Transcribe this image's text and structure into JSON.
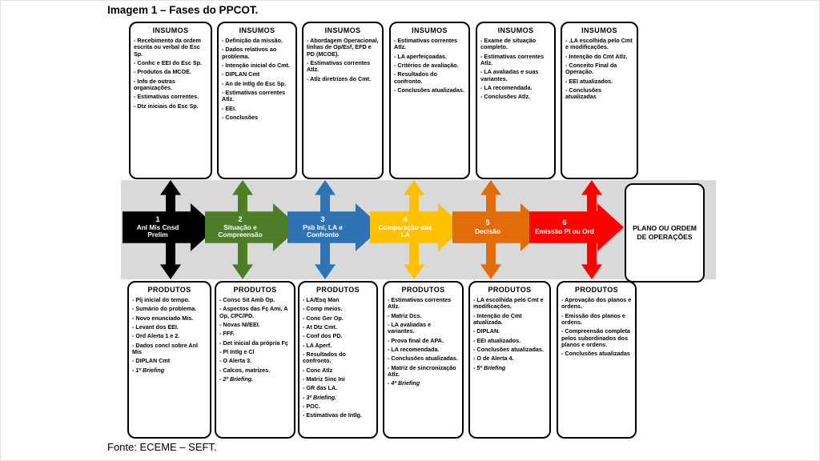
{
  "title": "Imagem 1 – Fases do PPCOT.",
  "source": "Fonte: ECEME – SEFT.",
  "labels": {
    "insumos": "INSUMOS",
    "produtos": "PRODUTOS"
  },
  "final_box": "PLANO OU ORDEM DE OPERAÇÕES",
  "colors": {
    "band": "#d9d9d9"
  },
  "phases": [
    {
      "num": "1",
      "label": "Anl Mis Cnsd Prelim",
      "color": "#000000"
    },
    {
      "num": "2",
      "label": "Situação e Compreensão",
      "color": "#4e7d29"
    },
    {
      "num": "3",
      "label": "Psb Ini, LA e Confronto",
      "color": "#2e74b5"
    },
    {
      "num": "4",
      "label": "Comparação das LA",
      "color": "#ffc000"
    },
    {
      "num": "5",
      "label": "Decisão",
      "color": "#e36c0a"
    },
    {
      "num": "6",
      "label": "Emissão Pl ou Ord",
      "color": "#ff0000"
    }
  ],
  "insumos": [
    {
      "items": [
        {
          "text": "- Recebimento da ordem escrita ou verbal do Esc Sp."
        },
        {
          "text": "- Conhc e EEI do Esc Sp."
        },
        {
          "text": "- Produtos da MCOE."
        },
        {
          "text": "- Info de outras organizações."
        },
        {
          "text": "- Estimativas correntes."
        },
        {
          "text": "- Dtz iniciais do Esc Sp."
        }
      ]
    },
    {
      "items": [
        {
          "text": "- Definição da missão."
        },
        {
          "text": "- Dados relativos ao problema."
        },
        {
          "text": "- Intenção inicial do Cmt."
        },
        {
          "text": "- DIPLAN Cmt",
          "bold": true
        },
        {
          "text": "- An de Intlg do Esc Sp."
        },
        {
          "text": "- Estimativas correntes Atlz."
        },
        {
          "text": "- EEI."
        },
        {
          "text": "- Conclusões"
        }
      ]
    },
    {
      "items": [
        {
          "text": "- Abordagem Operacional, linhas de Op/Esf, EFD e PD (MCOE)."
        },
        {
          "text": "- Estimativas correntes Atlz."
        },
        {
          "text": "- Atlz diretrizes do Cmt."
        }
      ]
    },
    {
      "items": [
        {
          "text": "- Estimativas correntes Atlz."
        },
        {
          "text": "- LA aperfeiçoadas."
        },
        {
          "text": "- Critérios de avaliação."
        },
        {
          "text": "- Resultados do confronto."
        },
        {
          "text": "- Conclusões atualizadas."
        }
      ]
    },
    {
      "items": [
        {
          "text": "- Exame de situação completo."
        },
        {
          "text": "- Estimativas correntes Atlz."
        },
        {
          "text": "- LA avaliadas e suas variantes."
        },
        {
          "text": "- LA recomendada."
        },
        {
          "text": "- Conclusões Atlz."
        }
      ]
    },
    {
      "items": [
        {
          "text": "- .LA escolhida pelo Cmt e modificações."
        },
        {
          "text": "- Intenção do Cmt Atlz."
        },
        {
          "text": "- Conceito Final da Operação."
        },
        {
          "text": "- EEI atualizados."
        },
        {
          "text": "- Conclusões atualizadas"
        }
      ]
    }
  ],
  "produtos": [
    {
      "items": [
        {
          "text": "- Plj inicial do tempo."
        },
        {
          "text": "- Sumário do problema."
        },
        {
          "text": "- Novo enunciado Mis."
        },
        {
          "text": "- Levant dos EEI."
        },
        {
          "text": "- Ord Alerta 1 e 2."
        },
        {
          "text": "- Dados concl sobre Anl Mis"
        },
        {
          "text": "- DIPLAN Cmt",
          "bold": true
        },
        {
          "text": "- 1º Briefing",
          "italic": true
        }
      ]
    },
    {
      "items": [
        {
          "text": "- Consc Sit Amb Op."
        },
        {
          "text": "- Aspectos das Fç Ami, A Op, CPC/PD."
        },
        {
          "text": "- Novas NI/EEI."
        },
        {
          "text": "- FFF.",
          "bold": true
        },
        {
          "text": "- Det inicial da própria Fç"
        },
        {
          "text": "- Pl Intlg e Cl"
        },
        {
          "text": "- O Alerta 3."
        },
        {
          "text": "- Calcos, matrizes."
        },
        {
          "text": "- 2º Briefing.",
          "italic": true
        }
      ]
    },
    {
      "items": [
        {
          "text": "- LA/Esq Man",
          "bold": true
        },
        {
          "text": "- Comp meios."
        },
        {
          "text": "- Conc Ger Op."
        },
        {
          "text": "- At Dtz Cmt."
        },
        {
          "text": "- Conf dos PD."
        },
        {
          "text": "- LA Aperf.",
          "bold": true
        },
        {
          "text": "- Resultados do confronto."
        },
        {
          "text": "- Conc Atlz"
        },
        {
          "text": "- Matriz Sinc Ini"
        },
        {
          "text": "- GR das LA."
        },
        {
          "text": "- 3º Briefing.",
          "italic": true
        },
        {
          "text": "- POC."
        },
        {
          "text": "- Estimativas de Intlg."
        }
      ]
    },
    {
      "items": [
        {
          "text": "- Estimativas correntes Atlz."
        },
        {
          "text": "- Matriz Dcs.",
          "bold": true
        },
        {
          "text": "- LA avaliadas e variantes."
        },
        {
          "text": "- Prova final de APA."
        },
        {
          "text": "- LA recomendada."
        },
        {
          "text": "- Conclusões atualizadas."
        },
        {
          "text": "- Matriz de sincronização Atlz."
        },
        {
          "text": "- 4º Briefing",
          "italic": true
        }
      ]
    },
    {
      "items": [
        {
          "text": "- LA escolhida pelo Cmt e modificações."
        },
        {
          "text": "- Intenção do Cmt atualizada."
        },
        {
          "text": "- DIPLAN."
        },
        {
          "text": "- EEI atualizados."
        },
        {
          "text": "- Conclusões atualizadas."
        },
        {
          "text": "- O de Alerta 4."
        },
        {
          "text": "- 5º Briefing",
          "italic": true
        }
      ]
    },
    {
      "items": [
        {
          "text": "- Aprovação dos planos e ordens."
        },
        {
          "text": "- Emissão dos planos e ordens."
        },
        {
          "text": "- Compreensão completa pelos subordinados dos planos e ordens."
        },
        {
          "text": "- Conclusões atualizadas"
        }
      ]
    }
  ]
}
